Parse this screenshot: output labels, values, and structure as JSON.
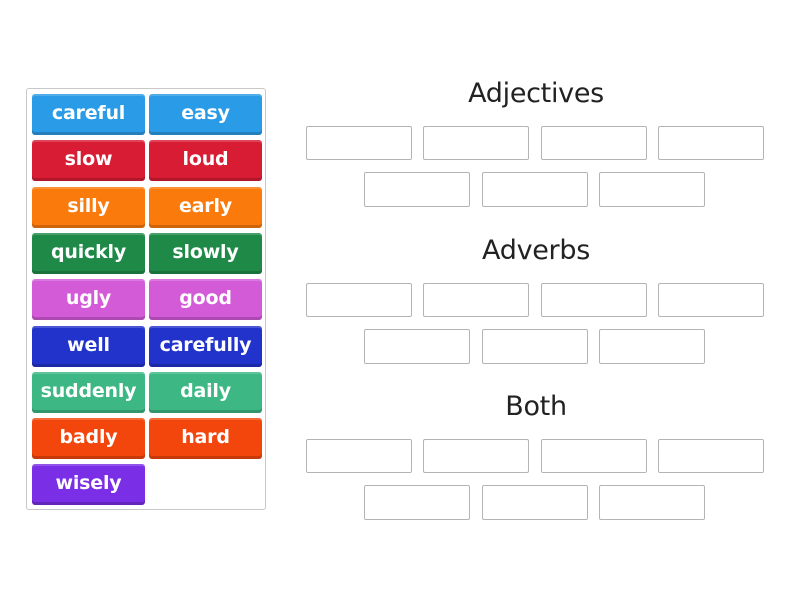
{
  "bank": {
    "tiles": [
      {
        "label": "careful",
        "color": "#2a9be6"
      },
      {
        "label": "easy",
        "color": "#2a9be6"
      },
      {
        "label": "slow",
        "color": "#d81c34"
      },
      {
        "label": "loud",
        "color": "#d81c34"
      },
      {
        "label": "silly",
        "color": "#fb7a0c"
      },
      {
        "label": "early",
        "color": "#fb7a0c"
      },
      {
        "label": "quickly",
        "color": "#1f8a48"
      },
      {
        "label": "slowly",
        "color": "#1f8a48"
      },
      {
        "label": "ugly",
        "color": "#d35bd8"
      },
      {
        "label": "good",
        "color": "#d35bd8"
      },
      {
        "label": "well",
        "color": "#2233cc"
      },
      {
        "label": "carefully",
        "color": "#2233cc"
      },
      {
        "label": "suddenly",
        "color": "#3db884"
      },
      {
        "label": "daily",
        "color": "#3db884"
      },
      {
        "label": "badly",
        "color": "#f2460c"
      },
      {
        "label": "hard",
        "color": "#f2460c"
      },
      {
        "label": "wisely",
        "color": "#7a2ee6"
      }
    ]
  },
  "groups": [
    {
      "title": "Adjectives",
      "slots": 7
    },
    {
      "title": "Adverbs",
      "slots": 7
    },
    {
      "title": "Both",
      "slots": 7
    }
  ]
}
